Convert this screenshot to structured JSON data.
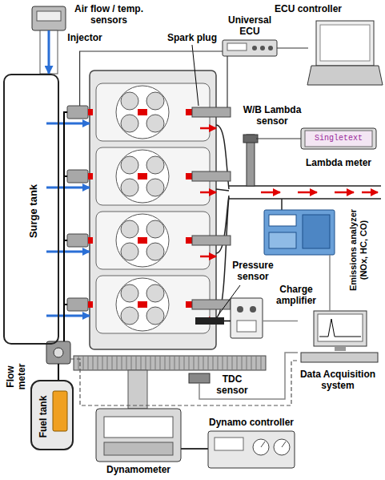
{
  "diagram": {
    "nodes": [
      {
        "text": [
          "Air flow / temp. sensors"
        ]
      },
      {
        "text": [
          "ECU controller"
        ]
      },
      {
        "text": [
          "Injector"
        ]
      },
      {
        "text": [
          "Spark plug"
        ]
      },
      {
        "text": [
          "Universal ECU"
        ]
      },
      {
        "text": [
          "Surge tank"
        ]
      },
      {
        "text": [
          "W/B Lambda sensor"
        ]
      },
      {
        "text": [
          "Lambda meter"
        ]
      },
      {
        "text": [
          "Emissions analyzer (NOx, HC, CO)"
        ]
      },
      {
        "text": [
          "Pressure sensor"
        ]
      },
      {
        "text": [
          "Charge amplifier"
        ]
      },
      {
        "text": [
          "Flow meter"
        ]
      },
      {
        "text": [
          "Data Acquisition system"
        ]
      },
      {
        "text": [
          "TDC sensor"
        ]
      },
      {
        "text": [
          "Fuel tank"
        ]
      },
      {
        "text": [
          "Dynamo controller"
        ]
      },
      {
        "text": [
          "Dynamometer"
        ]
      }
    ],
    "edges": [
      {
        "from": 0,
        "to": 5,
        "arrow": "to"
      },
      {
        "from": 4,
        "to": 1,
        "arrow": "none"
      },
      {
        "from": 4,
        "to": 2,
        "arrow": "none"
      },
      {
        "from": 4,
        "to": 3,
        "arrow": "none"
      },
      {
        "from": 6,
        "to": 7,
        "arrow": "none"
      },
      {
        "from": 8,
        "to": 12,
        "arrow": "none"
      },
      {
        "from": 9,
        "to": 10,
        "arrow": "none"
      },
      {
        "from": 10,
        "to": 12,
        "arrow": "none"
      },
      {
        "from": 11,
        "to": 12,
        "arrow": "none"
      },
      {
        "from": 13,
        "to": 12,
        "arrow": "none"
      },
      {
        "from": 14,
        "to": 11,
        "arrow": "none"
      },
      {
        "from": 11,
        "to": 2,
        "arrow": "none"
      },
      {
        "from": 16,
        "to": 15,
        "arrow": "none"
      }
    ],
    "labels": [
      "Singletext"
    ]
  }
}
